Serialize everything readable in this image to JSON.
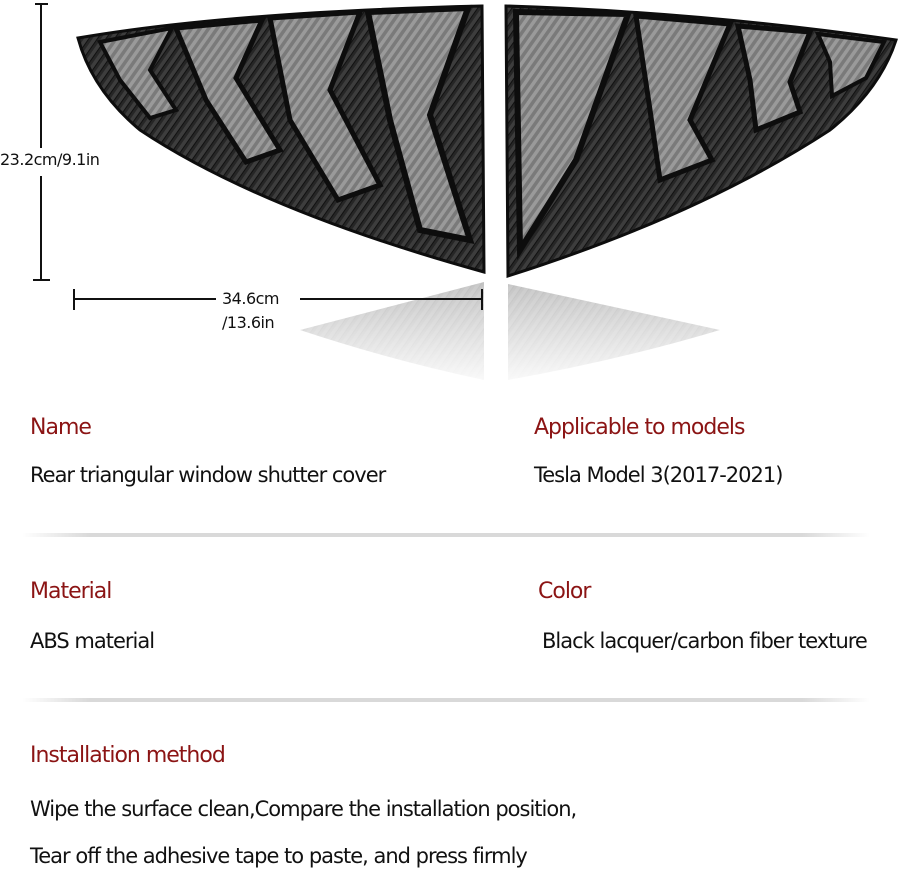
{
  "dimensions": {
    "height": "23.2cm/9.1in",
    "width_line1": "34.6cm",
    "width_line2": "/13.6in"
  },
  "specs": {
    "name": {
      "label": "Name",
      "value": "Rear triangular window shutter cover"
    },
    "models": {
      "label": "Applicable to models",
      "value": "Tesla Model 3(2017-2021)"
    },
    "material": {
      "label": "Material",
      "value": "ABS material"
    },
    "color": {
      "label": "Color",
      "value": "Black lacquer/carbon fiber texture"
    },
    "installation": {
      "label": "Installation method",
      "line1": "Wipe the surface clean,Compare the installation position,",
      "line2": "Tear off the adhesive tape to paste, and press firmly"
    }
  },
  "colors": {
    "label_red": "#8b1414",
    "text": "#111111",
    "product_dark": "#1e1e1e"
  }
}
